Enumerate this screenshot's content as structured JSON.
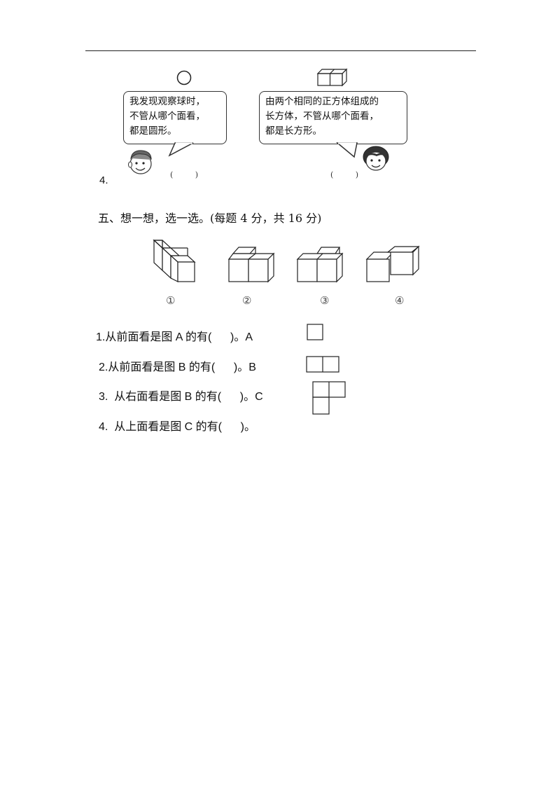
{
  "problem4": {
    "number": "4.",
    "left_bubble": [
      "我发现观察球时，",
      "不管从哪个面看，",
      "都是圆形。"
    ],
    "right_bubble": [
      "由两个相同的正方体组成的",
      "长方体，不管从哪个面看，",
      "都是长方形。"
    ],
    "left_blank": "(   )",
    "right_blank": "(   )"
  },
  "section5": {
    "heading": "五、想一想，选一选。(每题 4 分，共 16 分)",
    "options": [
      "①",
      "②",
      "③",
      "④"
    ],
    "questions": [
      "1.从前面看是图 A 的有(      )。A",
      "2.从前面看是图 B 的有(      )。B",
      "3.  从右面看是图 B 的有(      )。C",
      "4.  从上面看是图 C 的有(      )。"
    ]
  }
}
